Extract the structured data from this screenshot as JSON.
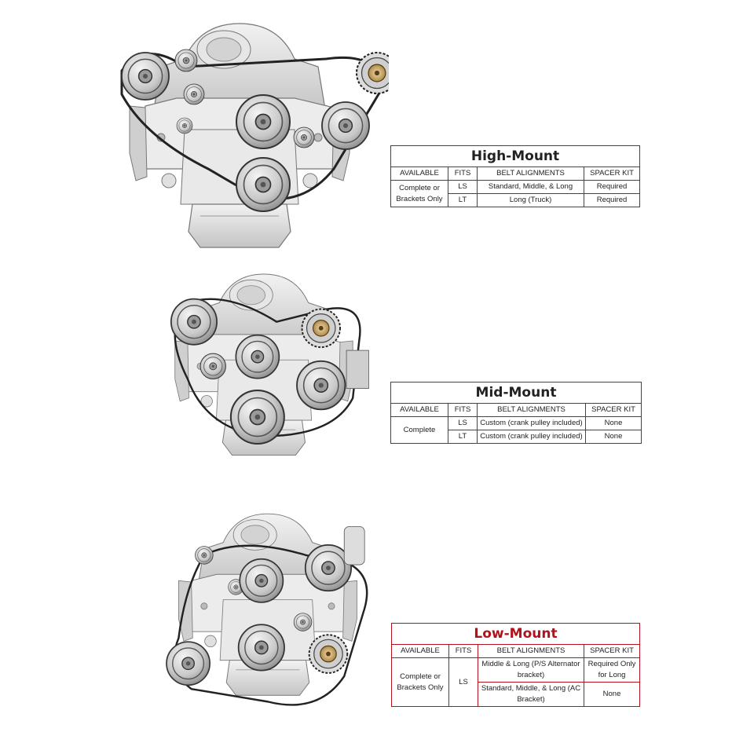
{
  "high_mount": {
    "title": "High-Mount",
    "headers": [
      "AVAILABLE",
      "FITS",
      "BELT ALIGNMENTS",
      "SPACER KIT"
    ],
    "available": "Complete or Brackets Only",
    "rows": [
      {
        "fits": "LS",
        "belt": "Standard, Middle, & Long",
        "spacer": "Required"
      },
      {
        "fits": "LT",
        "belt": "Long (Truck)",
        "spacer": "Required"
      }
    ]
  },
  "mid_mount": {
    "title": "Mid-Mount",
    "headers": [
      "AVAILABLE",
      "FITS",
      "BELT ALIGNMENTS",
      "SPACER KIT"
    ],
    "available": "Complete",
    "rows": [
      {
        "fits": "LS",
        "belt": "Custom (crank pulley included)",
        "spacer": "None"
      },
      {
        "fits": "LT",
        "belt": "Custom (crank pulley included)",
        "spacer": "None"
      }
    ]
  },
  "low_mount": {
    "title": "Low-Mount",
    "headers": [
      "AVAILABLE",
      "FITS",
      "BELT ALIGNMENTS",
      "SPACER KIT"
    ],
    "available": "Complete or Brackets Only",
    "fits": "LS",
    "rows": [
      {
        "belt": "Middle & Long (P/S Alternator bracket)",
        "spacer": "Required Only for Long"
      },
      {
        "belt": "Standard, Middle, & Long (AC Bracket)",
        "spacer": "None"
      }
    ]
  },
  "colors": {
    "low_mount_accent": "#b3121c",
    "border": "#444444"
  }
}
